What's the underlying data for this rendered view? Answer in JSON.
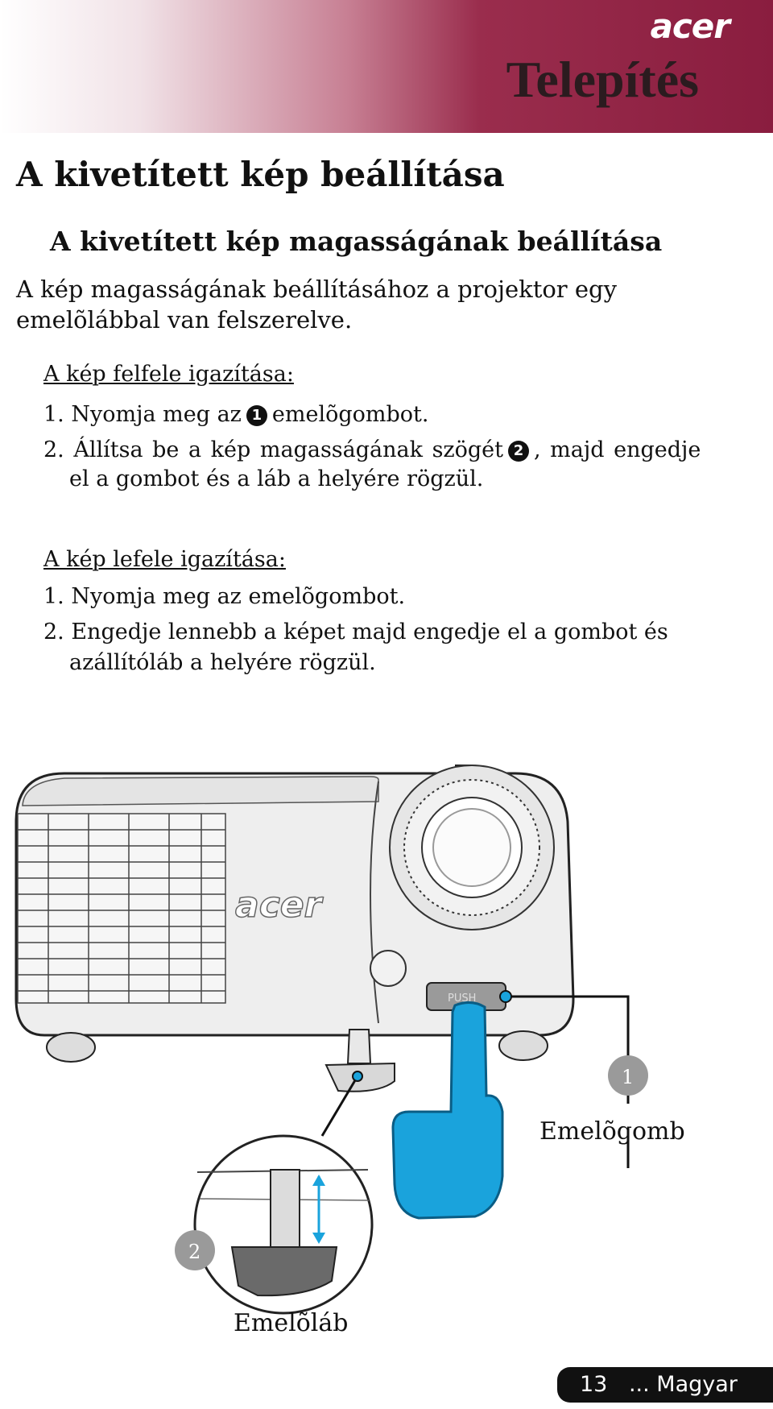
{
  "header": {
    "brand": "acer",
    "section": "Telepítés"
  },
  "title": "A kivetített kép beállítása",
  "subtitle": "A kivetített kép magasságának beállítása",
  "intro": {
    "line1": "A kép magasságának beállításához a projektor egy",
    "line2": "emelõlábbal van felszerelve."
  },
  "raise": {
    "heading": "A kép felfele igazítása:",
    "step1_prefix": "1. Nyomja meg az",
    "step1_num": "1",
    "step1_suffix": "emelõgombot.",
    "step2_prefix": "2. Állítsa be a kép magasságának szögét",
    "step2_num": "2",
    "step2_suffix": ", majd engedje",
    "step2_line2": "el a gombot és a láb a helyére rögzül."
  },
  "lower": {
    "heading": "A kép lefele igazítása:",
    "step1": "1. Nyomja meg az emelõgombot.",
    "step2_line1": "2. Engedje lennebb a képet majd engedje el a gombot és",
    "step2_line2": "azállítóláb a helyére rögzül."
  },
  "figure": {
    "device_logo": "acer",
    "button_label": "PUSH",
    "callout1_num": "1",
    "callout1_label": "Emelõgomb",
    "callout2_num": "2",
    "callout2_label": "Emelõláb"
  },
  "footer": {
    "page": "13",
    "language": "... Magyar"
  },
  "colors": {
    "header_accent": "#8a1d3f",
    "hand": "#1aa3dc",
    "footer_bg": "#111111"
  }
}
